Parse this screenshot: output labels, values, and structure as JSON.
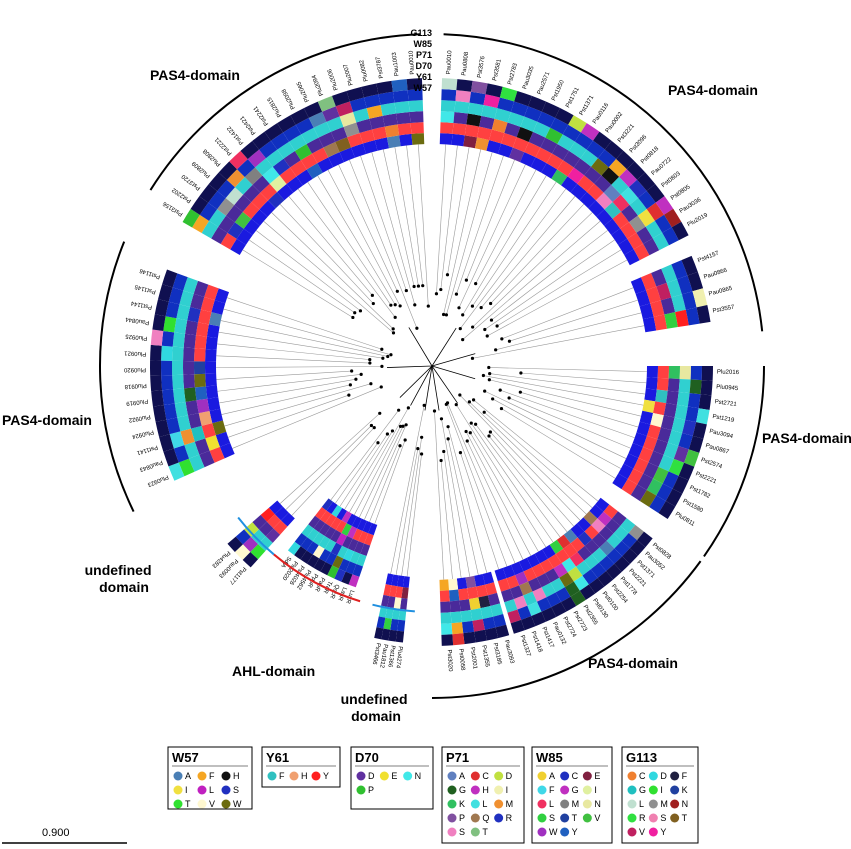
{
  "figure": {
    "domain_labels": [
      {
        "id": "pas4-upper-left",
        "text": "PAS4-domain"
      },
      {
        "id": "pas4-upper-right",
        "text": "PAS4-domain"
      },
      {
        "id": "pas4-left",
        "text": "PAS4-domain"
      },
      {
        "id": "pas4-right",
        "text": "PAS4-domain"
      },
      {
        "id": "pas4-bottom",
        "text": "PAS4-domain"
      },
      {
        "id": "undefined-left",
        "text": "undefined domain"
      },
      {
        "id": "ahl",
        "text": "AHL-domain"
      },
      {
        "id": "undefined-bottom",
        "text": "undefined domain"
      }
    ],
    "ring_labels": [
      "G113",
      "W85",
      "P71",
      "D70",
      "Y61",
      "W57"
    ],
    "scale_bar": {
      "label": "0.900"
    }
  },
  "leaves": {
    "top_right": [
      "Pau0010",
      "Pau0808",
      "Pst3576",
      "Pst3581",
      "Pst2783",
      "Pau3035",
      "Pau2571",
      "Pst1950",
      "Pst1751",
      "Pst1371",
      "Pau0116",
      "Pau0002",
      "Pst3221",
      "Pst3096",
      "Pst0818",
      "Pau0722",
      "Pst0803",
      "Pst0805",
      "Pau3036",
      "Plu2019"
    ],
    "right_upper": [
      "Pst4157",
      "Pau0866",
      "Pau0865",
      "Pst3557"
    ],
    "right": [
      "Plu2016",
      "Plu0945",
      "Pst2721",
      "Pst1219",
      "Pau3094",
      "Pau0867",
      "Pst2574",
      "Pst2221",
      "Pst1782",
      "Pst1580",
      "Plu0811"
    ],
    "bottom_right": [
      "Pst0828",
      "Pau3052",
      "Pst1371",
      "Pst2221",
      "Pst1778",
      "Pst2254",
      "Pst0100",
      "Pst0130",
      "Pst2355",
      "Pst2723",
      "Pst2724",
      "Pau0132",
      "Pst1417",
      "Pst1418",
      "Pst1327"
    ],
    "bottom_middle": [
      "Pau3093",
      "Pst3185",
      "Pst1355",
      "Pst2001",
      "Pst0058",
      "Pst3020"
    ],
    "undefined_bottom": [
      "Plu4274",
      "Pst1366",
      "Pau1812",
      "Pst3466"
    ],
    "ahl": [
      "LuxR",
      "LasR",
      "QscR",
      "TraR",
      "PauR",
      "PpuR",
      "Plu4562",
      "Pst4026",
      "Plu2020",
      "SdiA"
    ],
    "undefined_left": [
      "Pst1177",
      "Pau0093",
      "Plu4283"
    ],
    "left": [
      "Plu0923",
      "Pau0843",
      "Pst1141",
      "Plu0924",
      "Plu0922",
      "Plu0919",
      "Plu0918",
      "Plu0920",
      "Plu0921",
      "Plu0925",
      "Pau0844",
      "Pst1144",
      "Pst1145",
      "Pst1146"
    ],
    "top_left": [
      "Pst3156",
      "Pst2202",
      "Pst3720",
      "Plu2809",
      "Plu2808",
      "Pst2221",
      "Pst1422",
      "Pst2421",
      "Pst2241",
      "Plu2815",
      "Plu2098",
      "Plu2065",
      "Plu2094",
      "Plu2006",
      "Plu2007",
      "Plu0082",
      "Pst3787",
      "Pau1003",
      "Pau0010"
    ]
  },
  "legend": [
    {
      "title": "W57",
      "items": [
        {
          "code": "A",
          "color": "#4a7fb5"
        },
        {
          "code": "F",
          "color": "#f5a623"
        },
        {
          "code": "H",
          "color": "#111111"
        },
        {
          "code": "I",
          "color": "#f0e040"
        },
        {
          "code": "L",
          "color": "#c020c0"
        },
        {
          "code": "S",
          "color": "#2030c0"
        },
        {
          "code": "T",
          "color": "#30e030"
        },
        {
          "code": "V",
          "color": "#fff8d0"
        },
        {
          "code": "W",
          "color": "#6b6b10"
        }
      ]
    },
    {
      "title": "Y61",
      "items": [
        {
          "code": "F",
          "color": "#30c0c0"
        },
        {
          "code": "H",
          "color": "#f0a070"
        },
        {
          "code": "Y",
          "color": "#ff2020"
        }
      ]
    },
    {
      "title": "D70",
      "items": [
        {
          "code": "D",
          "color": "#6030a0"
        },
        {
          "code": "E",
          "color": "#f0e030"
        },
        {
          "code": "N",
          "color": "#40e8e8"
        },
        {
          "code": "P",
          "color": "#30c030"
        }
      ]
    },
    {
      "title": "P71",
      "items": [
        {
          "code": "A",
          "color": "#6080c0"
        },
        {
          "code": "C",
          "color": "#e03030"
        },
        {
          "code": "D",
          "color": "#c0e040"
        },
        {
          "code": "G",
          "color": "#206020"
        },
        {
          "code": "H",
          "color": "#c030c0"
        },
        {
          "code": "I",
          "color": "#f0f0b0"
        },
        {
          "code": "K",
          "color": "#30c060"
        },
        {
          "code": "L",
          "color": "#40e0e0"
        },
        {
          "code": "M",
          "color": "#f09030"
        },
        {
          "code": "P",
          "color": "#8050a0"
        },
        {
          "code": "Q",
          "color": "#a07850"
        },
        {
          "code": "R",
          "color": "#2030c0"
        },
        {
          "code": "S",
          "color": "#f080c0"
        },
        {
          "code": "T",
          "color": "#80c080"
        }
      ]
    },
    {
      "title": "W85",
      "items": [
        {
          "code": "A",
          "color": "#f0d030"
        },
        {
          "code": "C",
          "color": "#2030c0"
        },
        {
          "code": "E",
          "color": "#802040"
        },
        {
          "code": "F",
          "color": "#40d8e8"
        },
        {
          "code": "G",
          "color": "#c030c0"
        },
        {
          "code": "I",
          "color": "#e0f0a0"
        },
        {
          "code": "L",
          "color": "#f03060"
        },
        {
          "code": "M",
          "color": "#808080"
        },
        {
          "code": "N",
          "color": "#e8e8a0"
        },
        {
          "code": "S",
          "color": "#30d040"
        },
        {
          "code": "T",
          "color": "#2040a0"
        },
        {
          "code": "V",
          "color": "#40c040"
        },
        {
          "code": "W",
          "color": "#a030c0"
        },
        {
          "code": "Y",
          "color": "#2060c0"
        }
      ]
    },
    {
      "title": "G113",
      "items": [
        {
          "code": "C",
          "color": "#f08030"
        },
        {
          "code": "D",
          "color": "#30d8e0"
        },
        {
          "code": "F",
          "color": "#202040"
        },
        {
          "code": "G",
          "color": "#20c0c0"
        },
        {
          "code": "I",
          "color": "#30e030"
        },
        {
          "code": "K",
          "color": "#2040a0"
        },
        {
          "code": "L",
          "color": "#c0e0d0"
        },
        {
          "code": "M",
          "color": "#909090"
        },
        {
          "code": "N",
          "color": "#a02020"
        },
        {
          "code": "R",
          "color": "#30e040"
        },
        {
          "code": "S",
          "color": "#f080b0"
        },
        {
          "code": "T",
          "color": "#806020"
        },
        {
          "code": "V",
          "color": "#c02060"
        },
        {
          "code": "Y",
          "color": "#f020a0"
        }
      ]
    }
  ],
  "colors": {
    "ring_base": [
      "#1a1ae0",
      "#ff4040",
      "#4a2a9a",
      "#30d0d0",
      "#1030c0",
      "#101050"
    ],
    "branch": "#999999",
    "arc_black": "#000000",
    "arc_blue": "#2090e0",
    "arc_red": "#e02020"
  }
}
